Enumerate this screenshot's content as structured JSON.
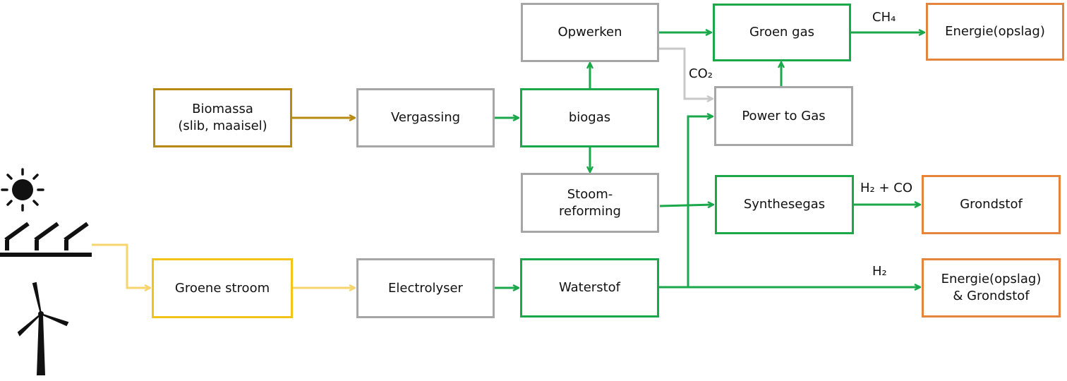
{
  "colors": {
    "process": "#a6a6a6",
    "carrier": "#1aa84b",
    "biomass": "#b88a12",
    "power": "#f2c318",
    "power_line": "#f7d56e",
    "output": "#e3853c",
    "co2_line": "#c8c8c8"
  },
  "icons": [
    "sun-icon",
    "solar-panel-icon",
    "wind-turbine-icon"
  ],
  "nodes": {
    "opwerken": "Opwerken",
    "groen_gas": "Groen gas",
    "energie_opslag": "Energie(opslag)",
    "biomassa": [
      "Biomassa",
      "(slib, maaisel)"
    ],
    "vergassing": "Vergassing",
    "biogas": "biogas",
    "power_to_gas": "Power to Gas",
    "stoomreforming": [
      "Stoom-",
      "reforming"
    ],
    "synthesegas": "Synthesegas",
    "grondstof": "Grondstof",
    "groene_stroom": "Groene stroom",
    "electrolyser": "Electrolyser",
    "waterstof": "Waterstof",
    "energie_grondstof": [
      "Energie(opslag)",
      "& Grondstof"
    ]
  },
  "edge_labels": {
    "ch4": "CH₄",
    "co2": "CO₂",
    "h2_co": "H₂ + CO",
    "h2": "H₂"
  }
}
